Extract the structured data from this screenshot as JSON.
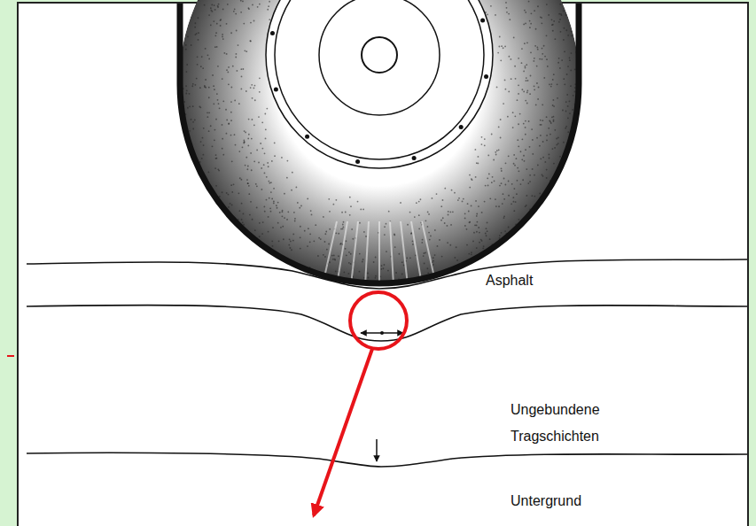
{
  "diagram": {
    "labels": [
      "Asphalt",
      "Ungebundene Tragschichten",
      "Untergrund"
    ]
  }
}
